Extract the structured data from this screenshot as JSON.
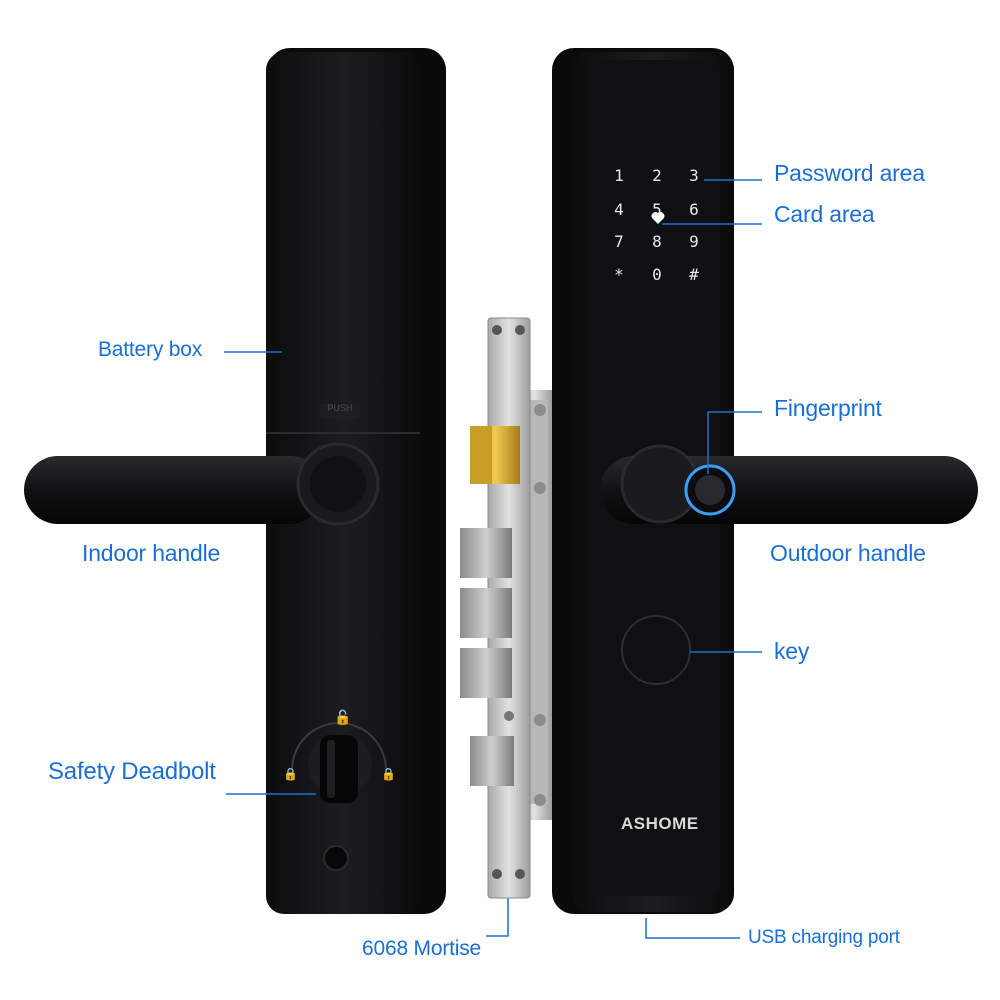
{
  "product": {
    "brand": "ASHOME",
    "keypad": [
      "1",
      "2",
      "3",
      "4",
      "5",
      "6",
      "7",
      "8",
      "9",
      "*",
      "0",
      "#"
    ],
    "battery_cover_mark": "PUSH"
  },
  "callouts": {
    "password_area": "Password area",
    "card_area": "Card area",
    "battery_box": "Battery box",
    "fingerprint": "Fingerprint",
    "indoor_handle": "Indoor handle",
    "outdoor_handle": "Outdoor handle",
    "key": "key",
    "safety_deadbolt": "Safety Deadbolt",
    "mortise": "6068 Mortise",
    "usb_charging_port": "USB charging port"
  },
  "colors": {
    "label_blue": "#1a6fd6",
    "lock_body": "#141416",
    "mortise_steel": "#c9c9c9",
    "latch_brass": "#d9b23a",
    "fingerprint_ring": "#3aa0ff"
  }
}
